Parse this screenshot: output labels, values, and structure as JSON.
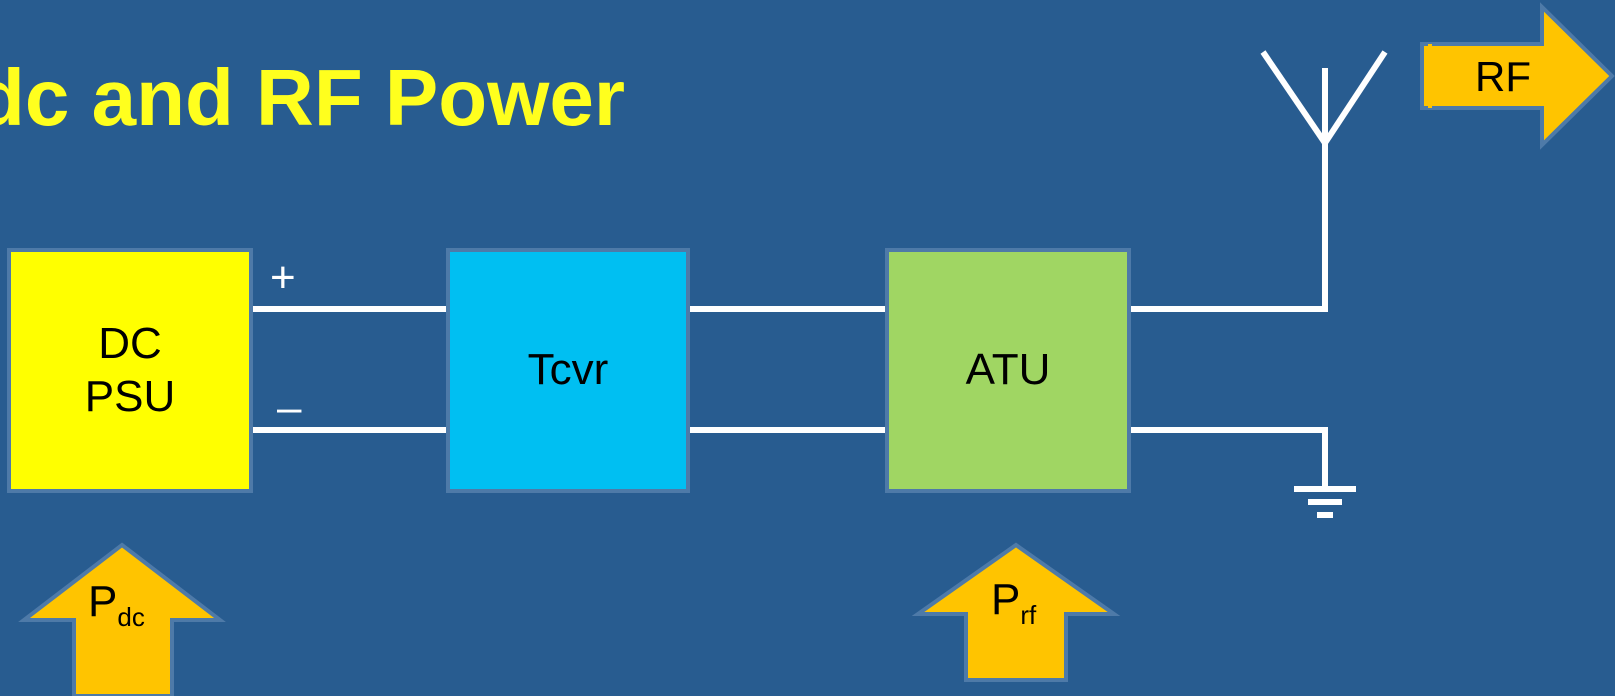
{
  "title": "dc and RF Power",
  "blocks": {
    "psu": [
      "DC",
      "PSU"
    ],
    "tcvr": "Tcvr",
    "atu": "ATU"
  },
  "terminals": {
    "plus": "+",
    "minus": "–"
  },
  "arrows": {
    "pdc": {
      "main": "P",
      "sub": "dc"
    },
    "prf": {
      "main": "P",
      "sub": "rf"
    },
    "rf": "RF"
  },
  "colors": {
    "background": "#285c90",
    "title": "#ffff1e",
    "psu": "#ffff00",
    "tcvr": "#00bff2",
    "atu": "#a0d663",
    "arrow": "#ffc400",
    "wire": "#ffffff"
  }
}
